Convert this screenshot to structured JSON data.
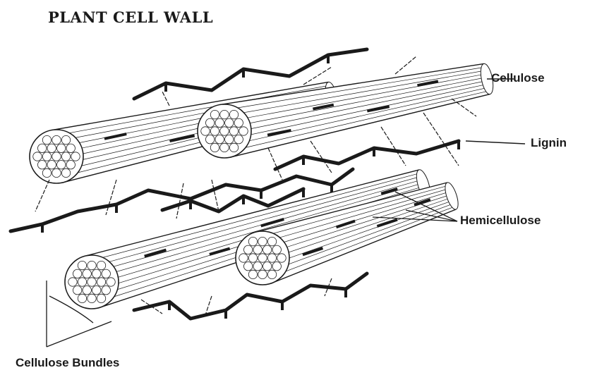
{
  "title": "PLANT CELL WALL",
  "labels": {
    "cellulose": "Cellulose",
    "lignin": "Lignin",
    "hemicellulose": "Hemicellulose",
    "cellulose_bundles": "Cellulose Bundles"
  },
  "colors": {
    "background": "#ffffff",
    "ink": "#1a1a1a"
  }
}
